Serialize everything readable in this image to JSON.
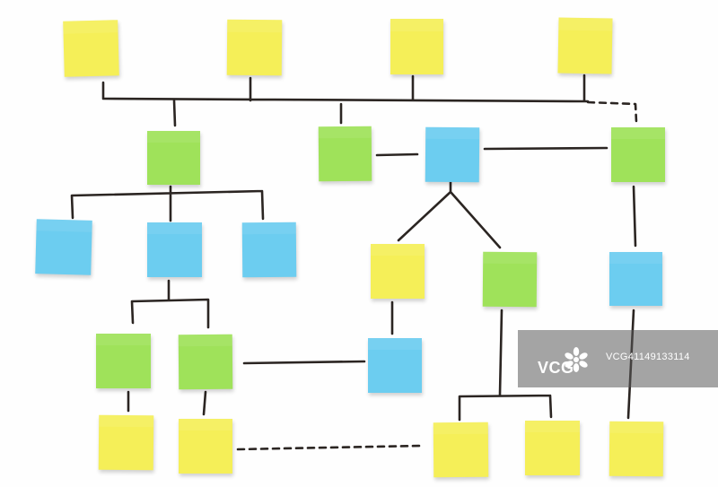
{
  "colors": {
    "yellow": "#f5ef58",
    "green": "#9fe25a",
    "blue": "#6ccdf0",
    "line": "#2b2522",
    "watermark": "#5a5a5a"
  },
  "notes": [
    {
      "name": "note-top-1",
      "color": "yellow"
    },
    {
      "name": "note-top-2",
      "color": "yellow"
    },
    {
      "name": "note-top-3",
      "color": "yellow"
    },
    {
      "name": "note-top-4",
      "color": "yellow"
    },
    {
      "name": "note-l2-1",
      "color": "green"
    },
    {
      "name": "note-l2-2",
      "color": "green"
    },
    {
      "name": "note-l2-3",
      "color": "blue"
    },
    {
      "name": "note-l2-4",
      "color": "green"
    },
    {
      "name": "note-l3-1",
      "color": "blue"
    },
    {
      "name": "note-l3-2",
      "color": "blue"
    },
    {
      "name": "note-l3-3",
      "color": "blue"
    },
    {
      "name": "note-l3-4",
      "color": "yellow"
    },
    {
      "name": "note-l3-5",
      "color": "green"
    },
    {
      "name": "note-l3-6",
      "color": "blue"
    },
    {
      "name": "note-l4-1",
      "color": "green"
    },
    {
      "name": "note-l4-2",
      "color": "green"
    },
    {
      "name": "note-l4-3",
      "color": "blue"
    },
    {
      "name": "note-l5-1",
      "color": "yellow"
    },
    {
      "name": "note-l5-2",
      "color": "yellow"
    },
    {
      "name": "note-l5-3",
      "color": "yellow"
    },
    {
      "name": "note-l5-4",
      "color": "yellow"
    },
    {
      "name": "note-l5-5",
      "color": "yellow"
    }
  ],
  "watermark": {
    "logo": "VCG",
    "id": "VCG41149133114"
  }
}
